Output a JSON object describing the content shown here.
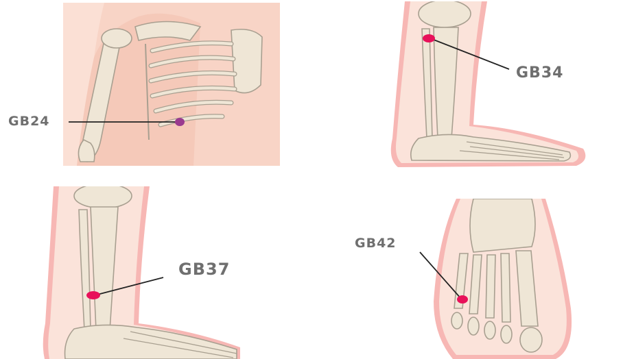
{
  "points": [
    {
      "label": "GB24",
      "color": "#9a3a8f"
    },
    {
      "label": "GB34",
      "color": "#e8115a"
    },
    {
      "label": "GB37",
      "color": "#e8115a"
    },
    {
      "label": "GB42",
      "color": "#e8115a"
    }
  ],
  "colors": {
    "skin": "#f6c9b8",
    "bone": "#efe6d6",
    "bone_outline": "#a89f90",
    "label_text": "#6f6f6f",
    "leader_line": "#222222"
  }
}
